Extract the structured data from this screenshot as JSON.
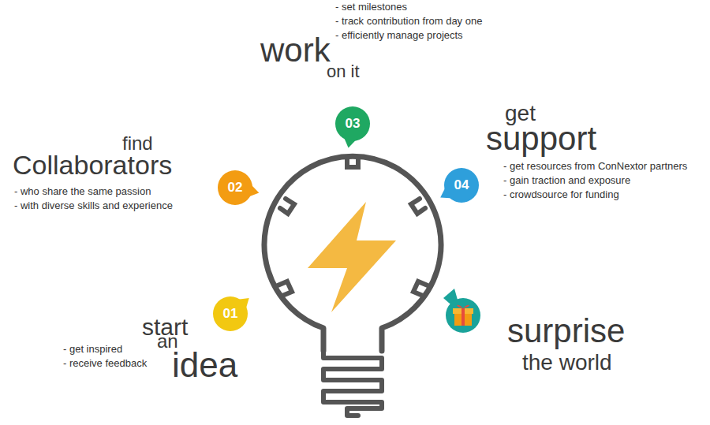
{
  "diagram": {
    "nodes": [
      {
        "text": [
          "01"
        ]
      },
      {
        "text": [
          "02"
        ]
      },
      {
        "text": [
          "03"
        ]
      },
      {
        "text": [
          "04"
        ]
      }
    ],
    "labels": [
      "start",
      "an",
      "idea",
      "- get inspired",
      "- receive feedback",
      "find",
      "Collaborators",
      "- who share the same passion",
      "- with diverse skills and experience",
      "work",
      "on it",
      "- set milestones",
      "- track contribution from day one",
      "- efficiently manage projects",
      "get",
      "support",
      "- get resources from ConNextor partners",
      "- gain traction and exposure",
      "- crowdsource for funding",
      "surprise",
      "the world"
    ]
  }
}
